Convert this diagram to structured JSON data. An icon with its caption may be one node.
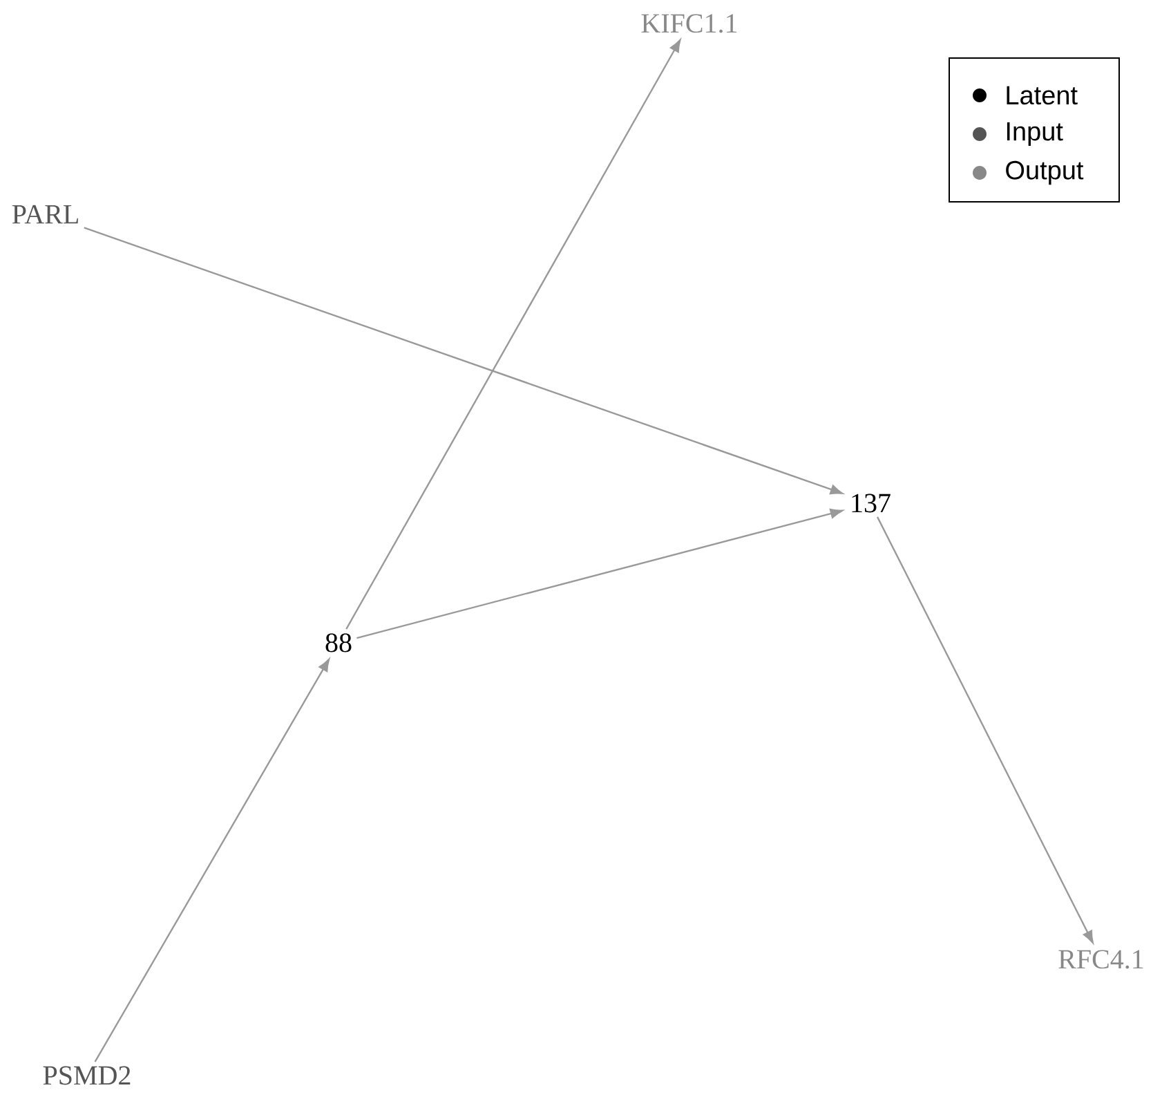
{
  "diagram": {
    "nodes": [
      {
        "text": [
          "KIFC1.1"
        ]
      },
      {
        "text": [
          "PARL"
        ]
      },
      {
        "text": [
          "137"
        ]
      },
      {
        "text": [
          "88"
        ]
      },
      {
        "text": [
          "RFC4.1"
        ]
      },
      {
        "text": [
          "PSMD2"
        ]
      }
    ],
    "edges": [
      {
        "from": 1,
        "to": 2,
        "arrow": "to"
      },
      {
        "from": 3,
        "to": 2,
        "arrow": "to"
      },
      {
        "from": 3,
        "to": 0,
        "arrow": "to"
      },
      {
        "from": 5,
        "to": 3,
        "arrow": "to"
      },
      {
        "from": 2,
        "to": 4,
        "arrow": "to"
      }
    ],
    "legend": [
      {
        "text": "Latent",
        "color": "#000000"
      },
      {
        "text": "Input",
        "color": "#555555"
      },
      {
        "text": "Output",
        "color": "#888888"
      }
    ]
  }
}
